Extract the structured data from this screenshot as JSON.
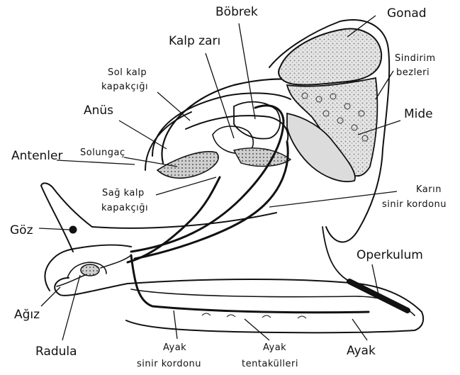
{
  "labels": {
    "bobrek": "Böbrek",
    "gonad": "Gonad",
    "kalp_zari": "Kalp zarı",
    "sindirim_1": "Sindirim",
    "sindirim_2": "bezleri",
    "sol_kalp_1": "Sol kalp",
    "sol_kalp_2": "kapakçığı",
    "anus": "Anüs",
    "mide": "Mide",
    "antenler": "Antenler",
    "solungac": "Solungaç",
    "sag_kalp_1": "Sağ kalp",
    "sag_kalp_2": "kapakçığı",
    "karin_1": "Karın",
    "karin_2": "sinir kordonu",
    "goz": "Göz",
    "operkulum": "Operkulum",
    "agiz": "Ağız",
    "radula": "Radula",
    "ayak_sinir_1": "Ayak",
    "ayak_sinir_2": "sinir kordonu",
    "ayak_tent_1": "Ayak",
    "ayak_tent_2": "tentakülleri",
    "ayak": "Ayak"
  }
}
